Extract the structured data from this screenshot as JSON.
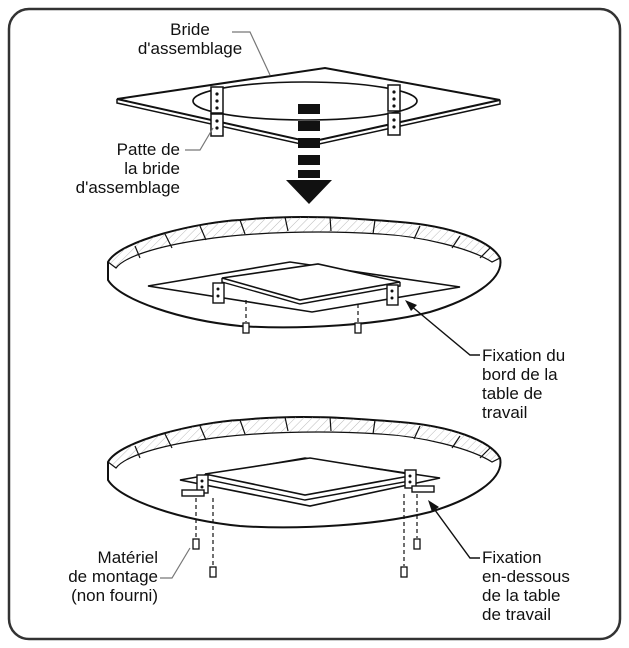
{
  "labels": {
    "flange": [
      "Bride",
      "d'assemblage"
    ],
    "flange_tab": [
      "Patte de",
      "la bride",
      "d'assemblage"
    ],
    "edge_mount": [
      "Fixation du",
      "bord de la",
      "table de",
      "travail"
    ],
    "under_mount": [
      "Fixation",
      "en-dessous",
      "de la table",
      "de travail"
    ],
    "hardware": [
      "Matériel",
      "de montage",
      "(non fourni)"
    ]
  }
}
